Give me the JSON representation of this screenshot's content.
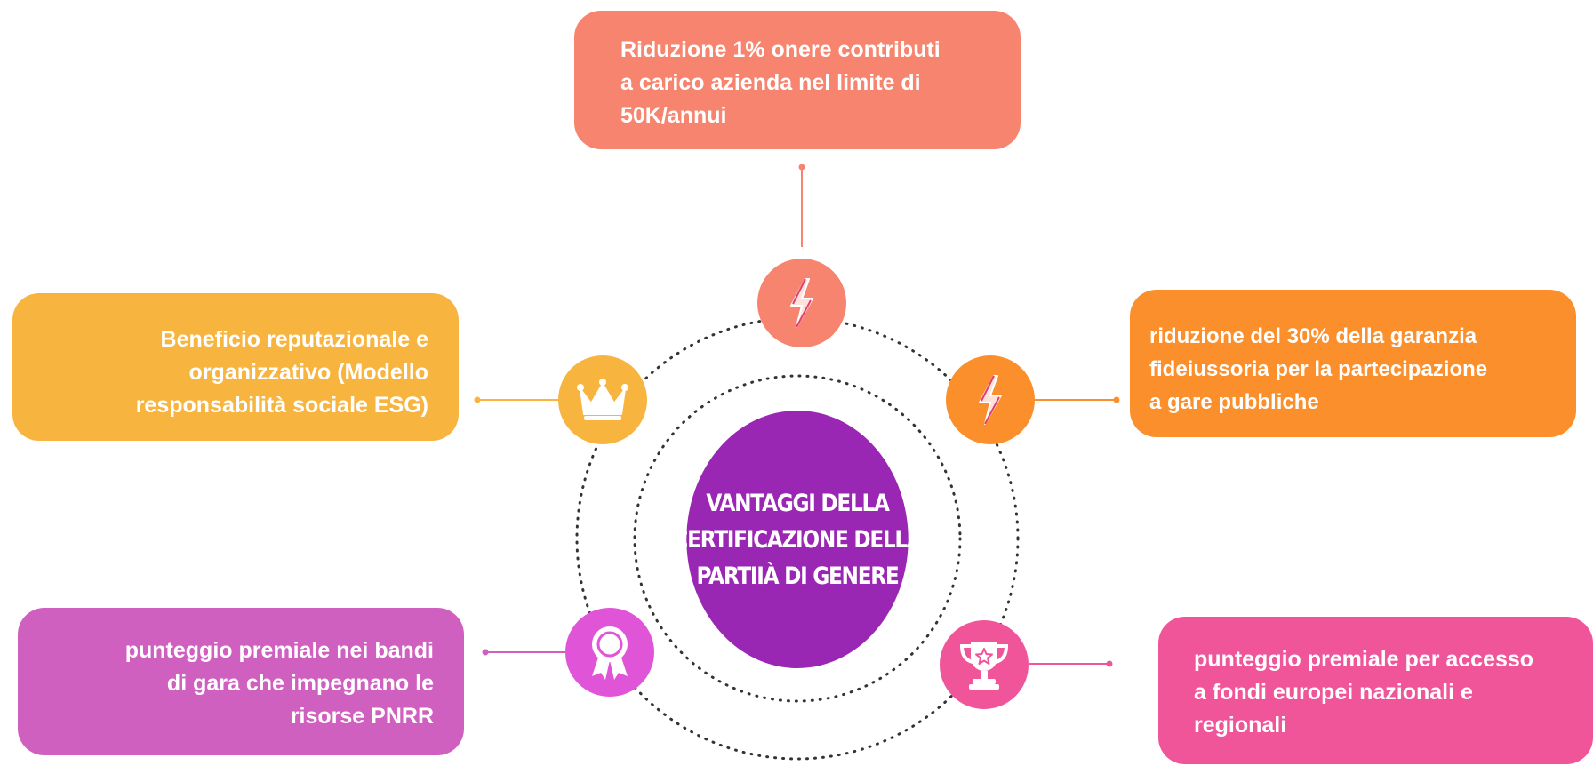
{
  "center": {
    "lines": [
      "VANTAGGI DELLA",
      "CERTIFICAZIONE DELLA",
      "PARTIIÀ DI GENERE"
    ]
  },
  "benefits": {
    "top": {
      "lines": [
        "Riduzione 1% onere contributi",
        "a carico azienda nel limite di",
        "50K/annui"
      ],
      "color": "#f7846e",
      "icon": "lightning-icon"
    },
    "top_left": {
      "lines": [
        "Beneficio reputazionale e",
        "organizzativo (Modello",
        "responsabilità sociale ESG)"
      ],
      "color": "#f7b540",
      "icon": "crown-icon"
    },
    "top_right": {
      "lines": [
        "riduzione del 30% della garanzia",
        "fideiussoria per la partecipazione",
        "a gare pubbliche"
      ],
      "color": "#fb8f2c",
      "icon": "lightning-icon"
    },
    "bottom_left": {
      "lines": [
        "punteggio premiale nei bandi",
        "di gara che impegnano le",
        "risorse PNRR"
      ],
      "color": "#d060c0",
      "icon": "award-ribbon-icon"
    },
    "bottom_right": {
      "lines": [
        "punteggio premiale per accesso",
        "a fondi europei nazionali e",
        "regionali"
      ],
      "color": "#f0559a",
      "icon": "trophy-icon"
    }
  },
  "center_color": "#9a27b4"
}
